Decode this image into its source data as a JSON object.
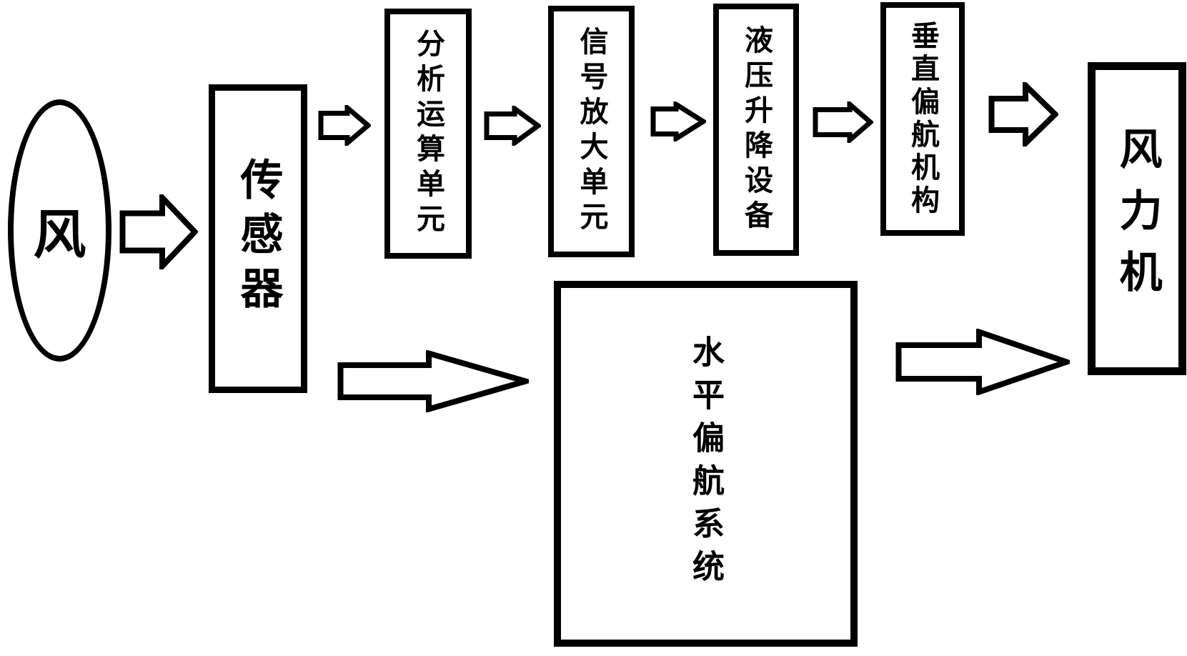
{
  "diagram": {
    "type": "block-diagram",
    "background_color": "#ffffff",
    "stroke_color": "#000000",
    "nodes": {
      "wind": {
        "label": "风",
        "shape": "ellipse"
      },
      "sensor": {
        "label": "传感器",
        "shape": "rect"
      },
      "analysis": {
        "label": "分析运算单元",
        "shape": "rect"
      },
      "signal": {
        "label": "信号放大单元",
        "shape": "rect"
      },
      "hydraulic": {
        "label": "液压升降设备",
        "shape": "rect"
      },
      "vertical_yaw": {
        "label": "垂直偏航机构",
        "shape": "rect"
      },
      "turbine": {
        "label": "风力机",
        "shape": "rect"
      },
      "horizontal_yaw": {
        "label": "水平偏航系统",
        "shape": "rect"
      }
    },
    "edges": [
      {
        "from": "wind",
        "to": "sensor",
        "style": "hollow-block-arrow"
      },
      {
        "from": "sensor",
        "to": "analysis",
        "style": "hollow-block-arrow"
      },
      {
        "from": "analysis",
        "to": "signal",
        "style": "hollow-block-arrow"
      },
      {
        "from": "signal",
        "to": "hydraulic",
        "style": "hollow-block-arrow"
      },
      {
        "from": "hydraulic",
        "to": "vertical_yaw",
        "style": "hollow-block-arrow"
      },
      {
        "from": "vertical_yaw",
        "to": "turbine",
        "style": "hollow-block-arrow"
      },
      {
        "from": "sensor",
        "to": "horizontal_yaw",
        "style": "hollow-block-arrow"
      },
      {
        "from": "horizontal_yaw",
        "to": "turbine",
        "style": "hollow-block-arrow"
      }
    ]
  }
}
